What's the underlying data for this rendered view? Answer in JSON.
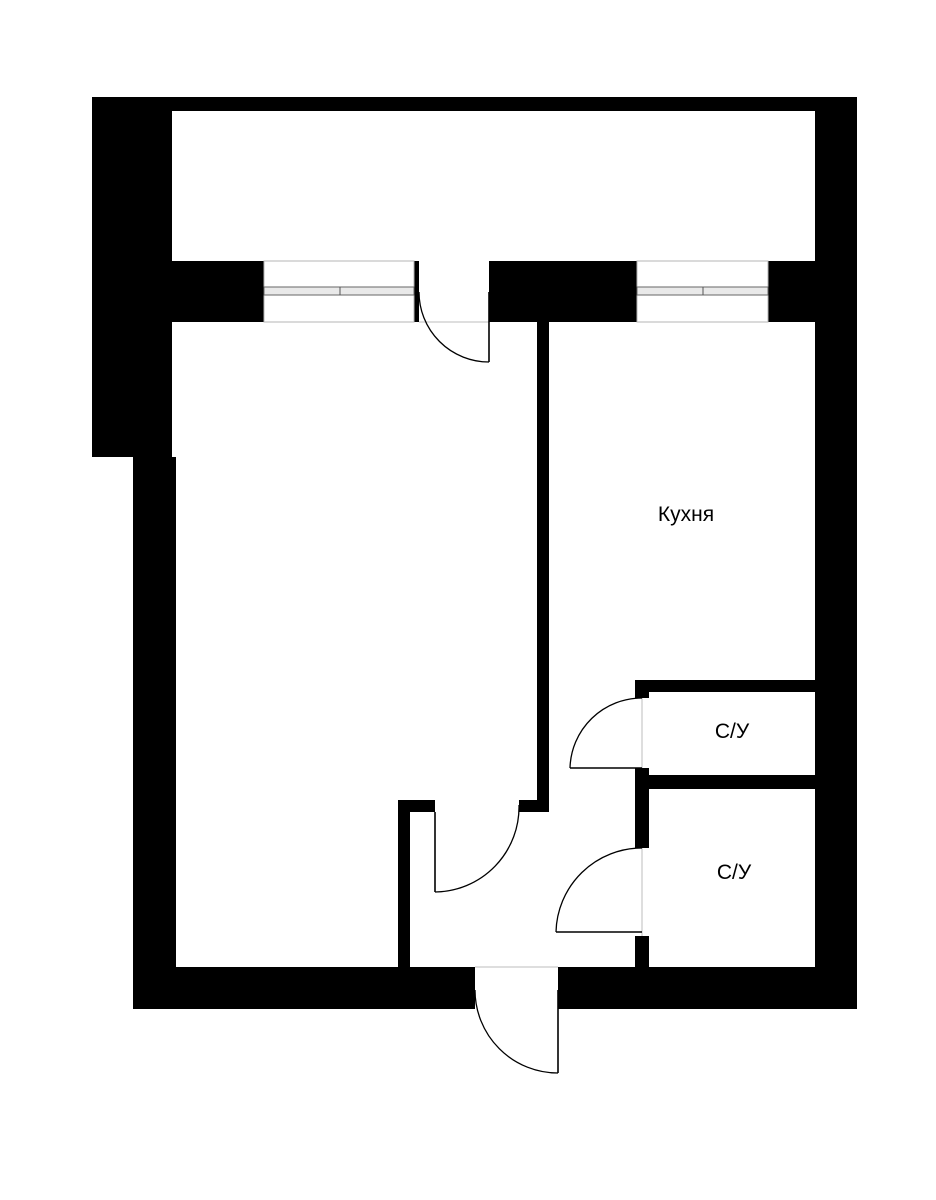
{
  "floor_plan": {
    "rooms": {
      "kitchen": {
        "label": "Кухня"
      },
      "bathroom_upper": {
        "label": "С/У"
      },
      "bathroom_lower": {
        "label": "С/У"
      }
    },
    "colors": {
      "wall": "#000000",
      "background": "#ffffff"
    }
  }
}
